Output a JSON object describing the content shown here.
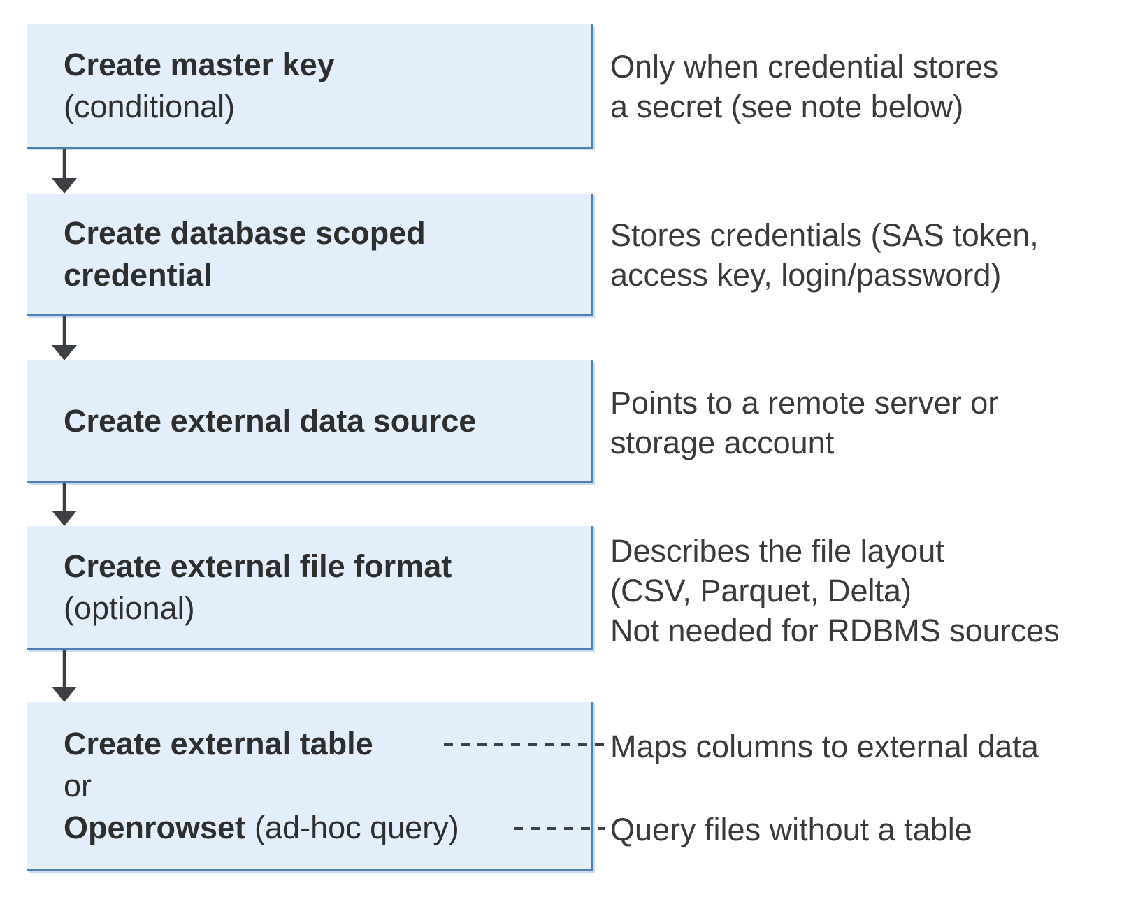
{
  "colors": {
    "box_fill": "#E3EEFB",
    "box_border": "#4E7FB2",
    "arrow": "#3C4045",
    "title_text": "#2E2E2E",
    "note_text": "#3A3A3A"
  },
  "flow": {
    "boxes": [
      {
        "title": "Create master key",
        "subtitle": "(conditional)"
      },
      {
        "title_line1": "Create database scoped",
        "title_line2": "credential"
      },
      {
        "title": "Create external data source"
      },
      {
        "title": "Create external file format",
        "subtitle": "(optional)"
      },
      {
        "option1": "Create external table",
        "or_label": "or",
        "option2_bold": "Openrowset",
        "option2_suffix": "(ad-hoc query)"
      }
    ],
    "notes": [
      {
        "lines": [
          "Only when credential stores",
          "a secret (see note below)"
        ]
      },
      {
        "lines": [
          "Stores credentials (SAS token,",
          "access key, login/password)"
        ]
      },
      {
        "lines": [
          "Points to a remote server or",
          "storage account"
        ]
      },
      {
        "lines": [
          "Describes the file layout",
          "(CSV, Parquet, Delta)",
          "Not needed for RDBMS sources"
        ]
      },
      {
        "lines": [
          "Maps columns to external data"
        ]
      },
      {
        "lines": [
          "Query files without a table"
        ]
      }
    ]
  }
}
